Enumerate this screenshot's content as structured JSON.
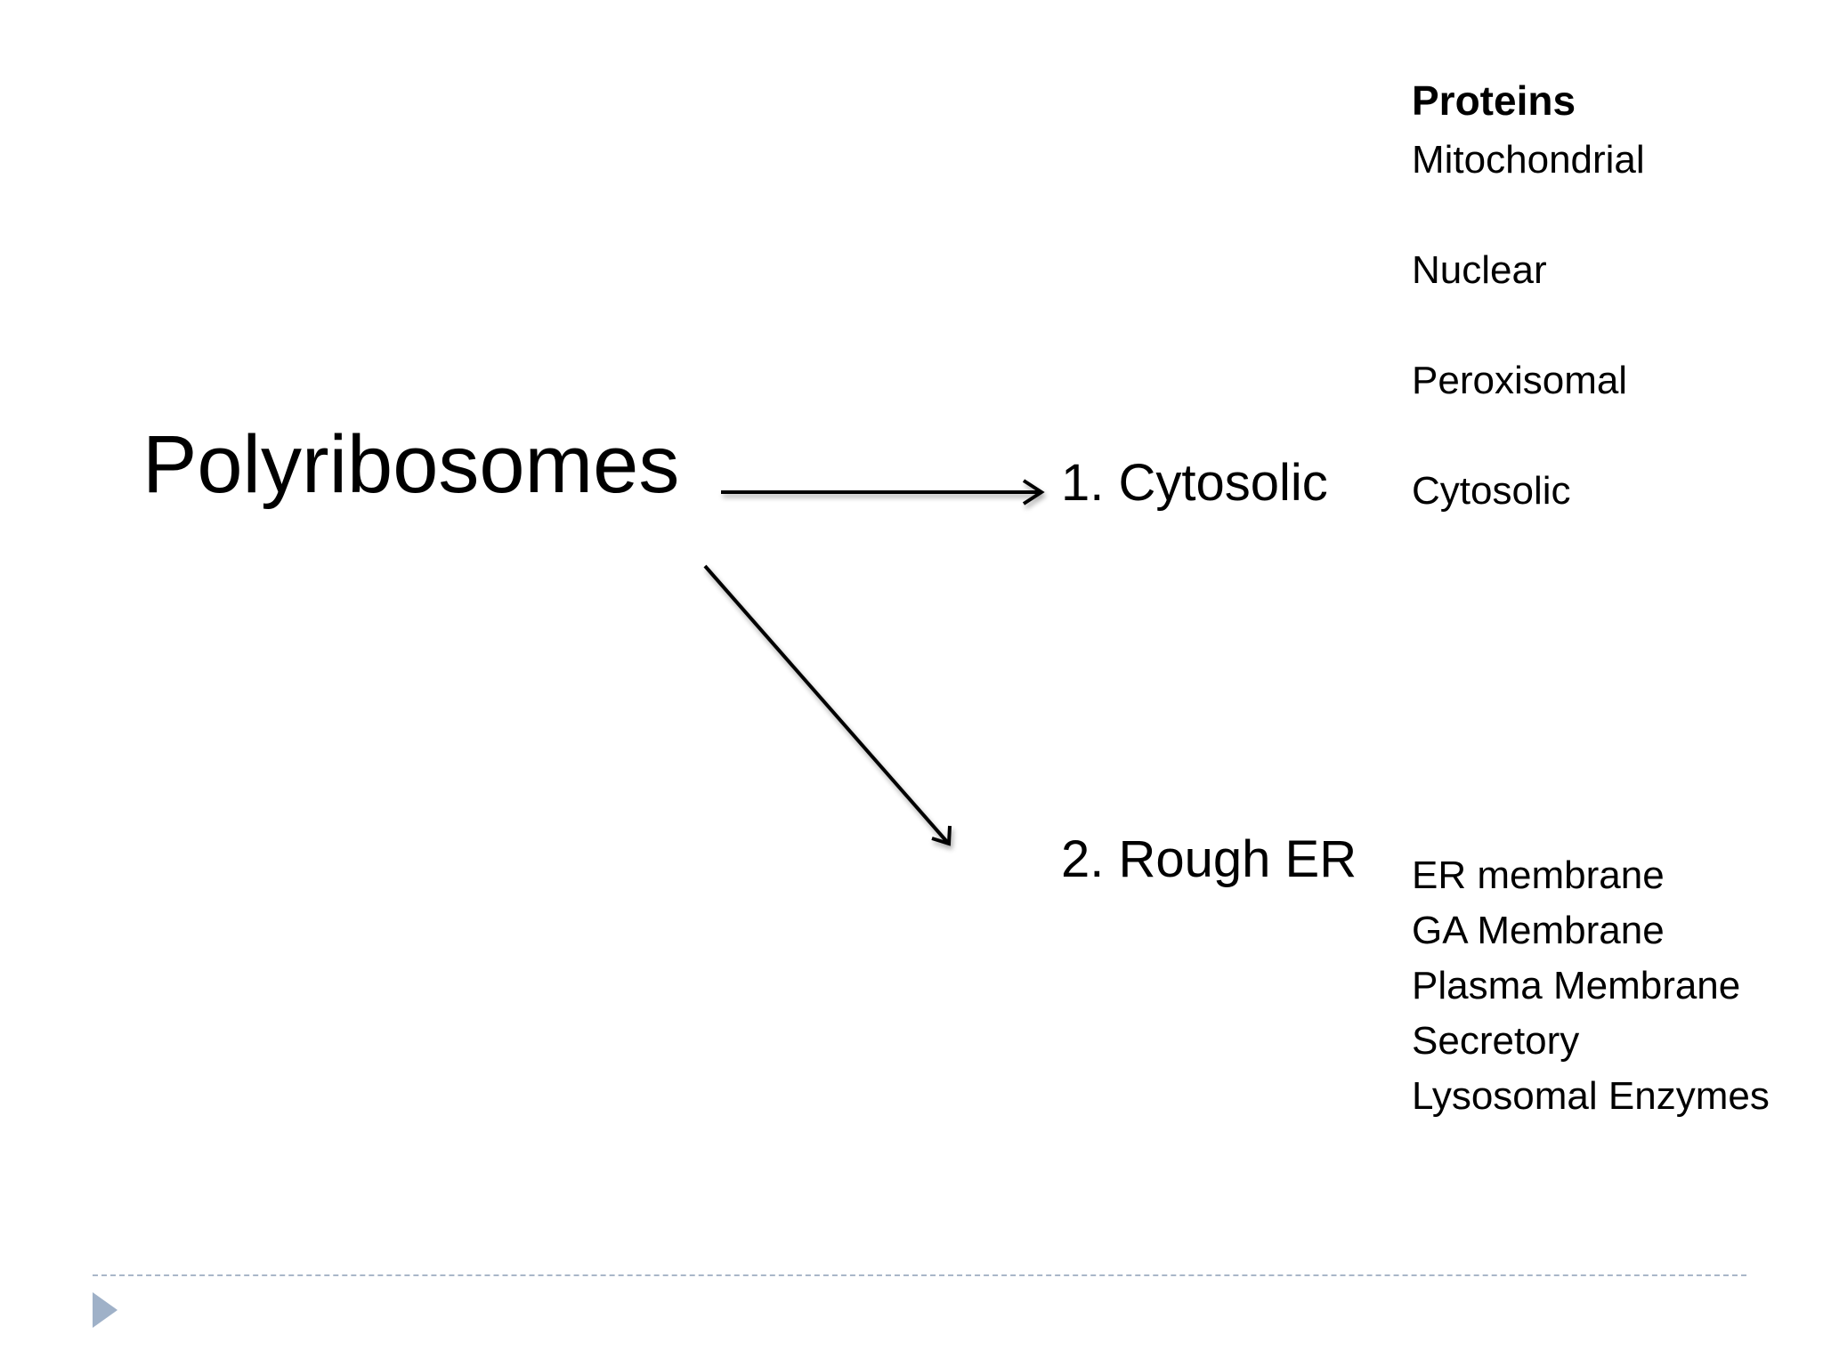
{
  "diagram": {
    "source_label": "Polyribosomes",
    "destinations": [
      {
        "label": "1. Cytosolic"
      },
      {
        "label": "2. Rough ER"
      }
    ],
    "proteins_heading": "Proteins",
    "cytosolic_proteins": [
      "Mitochondrial",
      "Nuclear",
      "Peroxisomal",
      "Cytosolic"
    ],
    "rough_er_proteins": [
      "ER membrane",
      "GA Membrane",
      "Plasma Membrane",
      "Secretory",
      "Lysosomal Enzymes"
    ]
  },
  "colors": {
    "text": "#000000",
    "footer_line": "#a9b7c9",
    "footer_triangle": "#9fb1c8"
  },
  "icons": {
    "footer_marker": "triangle-right-icon"
  }
}
